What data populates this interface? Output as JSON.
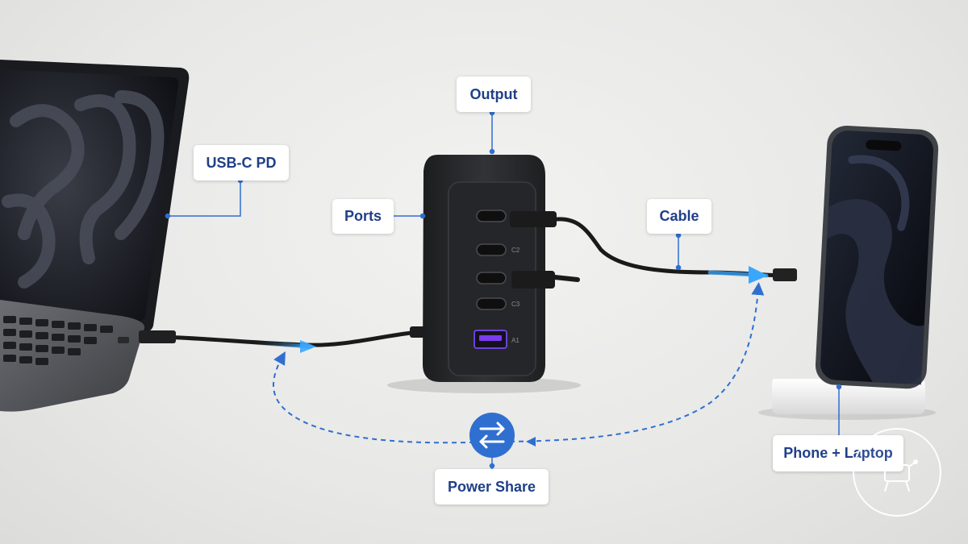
{
  "callouts": {
    "output": "Output",
    "usb_c_pd": "USB-C PD",
    "ports": "Ports",
    "cable": "Cable",
    "phone_laptop": "Phone + Laptop",
    "power_share": "Power Share"
  },
  "port_labels": {
    "c2": "C2",
    "c3": "C3",
    "a1": "A1"
  },
  "colors": {
    "accent_blue": "#2f6fd0",
    "callout_text": "#1f3f88",
    "charger_body": "#2b2c2e",
    "usb_a_accent": "#7a3cf0"
  },
  "icons": {
    "power_share": "swap-arrows-icon",
    "badge": "watermark-badge-icon"
  }
}
